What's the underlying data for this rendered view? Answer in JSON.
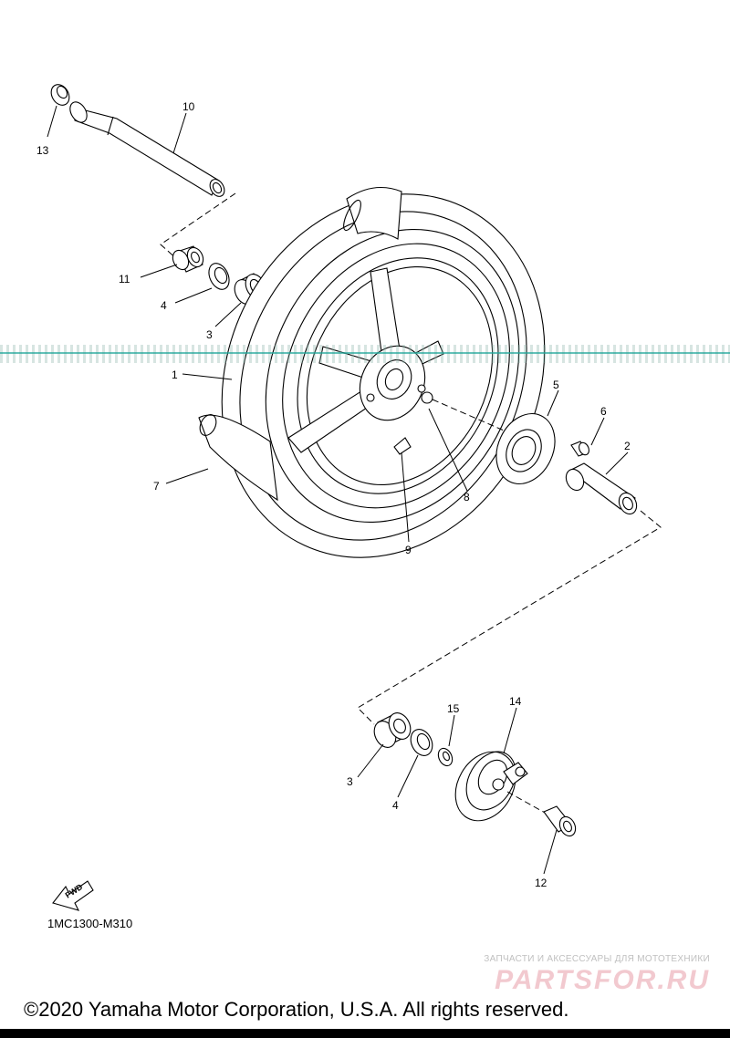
{
  "diagram": {
    "part_labels": [
      "10",
      "13",
      "11",
      "4",
      "3",
      "1",
      "7",
      "5",
      "6",
      "2",
      "8",
      "9",
      "15",
      "14",
      "3",
      "4",
      "12"
    ],
    "fwd_label": "FWD",
    "diagram_code": "1MC1300-M310"
  },
  "footer": {
    "copyright": "©2020 Yamaha Motor Corporation, U.S.A. All rights reserved."
  },
  "watermark": {
    "tagline": "ЗАПЧАСТИ И АКСЕССУАРЫ ДЛЯ МОТОТЕХНИКИ",
    "logo": "PARTSFOR.RU"
  }
}
